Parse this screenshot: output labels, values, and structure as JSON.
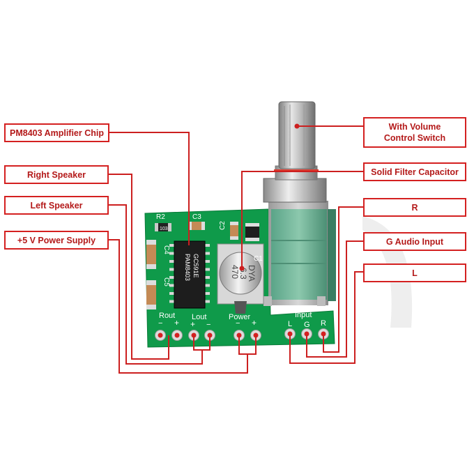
{
  "callouts": {
    "amplifier_chip": "PM8403 Amplifier Chip",
    "right_speaker": "Right Speaker",
    "left_speaker": "Left Speaker",
    "power_supply": "+5 V Power Supply",
    "volume_switch": "With Volume\nControl Switch",
    "filter_capacitor": "Solid Filter Capacitor",
    "input_r": "R",
    "input_g": "G Audio Input",
    "input_l": "L"
  },
  "board_silkscreen": {
    "r2": "R2",
    "c3": "C3",
    "c2": "C2",
    "c4": "C4",
    "c5": "C5",
    "c1": "C1",
    "resistor_code": "103",
    "chip_marking_1": "PAM8403",
    "chip_marking_2": "GC591E",
    "cap_value": "470",
    "cap_voltage": "6.3",
    "cap_brand": "DYA",
    "rout": "Rout",
    "lout": "Lout",
    "power": "Power",
    "input": "Input",
    "rout_minus": "−",
    "rout_plus": "+",
    "lout_plus": "+",
    "lout_minus": "−",
    "power_minus": "−",
    "power_plus": "+",
    "in_l": "L",
    "in_g": "G",
    "in_r": "R"
  },
  "colors": {
    "callout_border": "#d42020",
    "callout_text": "#b41a1a",
    "pcb_green": "#0f9a4a",
    "leader_line": "#cc1f1f"
  }
}
